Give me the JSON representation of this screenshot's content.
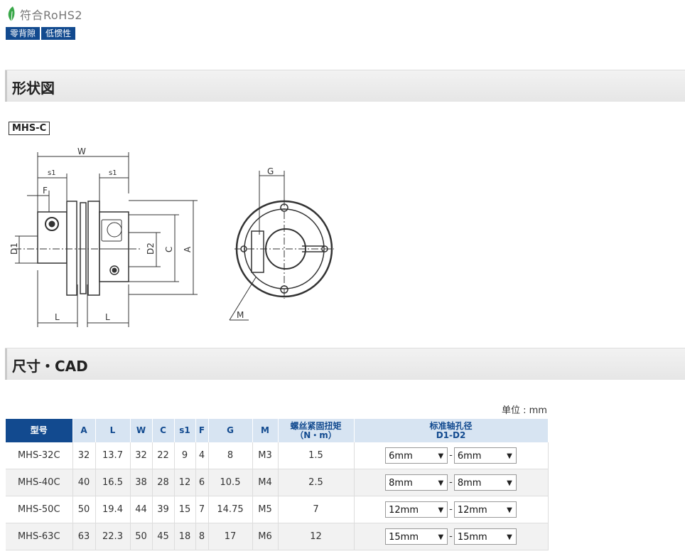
{
  "badges": {
    "rohs": "符合RoHS2",
    "tags": [
      "零背隙",
      "低惯性"
    ]
  },
  "sections": {
    "shape": "形状図",
    "dims": "尺寸・CAD"
  },
  "model_tag": "MHS-C",
  "drawing_labels": {
    "W": "W",
    "s1_left": "s1",
    "s1_right": "s1",
    "F": "F",
    "D1": "D1",
    "D2": "D2",
    "C": "C",
    "A": "A",
    "L_left": "L",
    "L_right": "L",
    "G": "G",
    "M": "M"
  },
  "unit": "单位 : mm",
  "table": {
    "headers": {
      "model": "型号",
      "A": "A",
      "L": "L",
      "W": "W",
      "C": "C",
      "s1": "s1",
      "F": "F",
      "G": "G",
      "M": "M",
      "torque_l1": "螺丝紧固扭矩",
      "torque_l2": "（N・m）",
      "bore_l1": "标准轴孔径",
      "bore_l2": "D1-D2"
    },
    "rows": [
      {
        "model": "MHS-32C",
        "A": "32",
        "L": "13.7",
        "W": "32",
        "C": "22",
        "s1": "9",
        "F": "4",
        "G": "8",
        "M": "M3",
        "torque": "1.5",
        "d1": "6mm",
        "d2": "6mm"
      },
      {
        "model": "MHS-40C",
        "A": "40",
        "L": "16.5",
        "W": "38",
        "C": "28",
        "s1": "12",
        "F": "6",
        "G": "10.5",
        "M": "M4",
        "torque": "2.5",
        "d1": "8mm",
        "d2": "8mm"
      },
      {
        "model": "MHS-50C",
        "A": "50",
        "L": "19.4",
        "W": "44",
        "C": "39",
        "s1": "15",
        "F": "7",
        "G": "14.75",
        "M": "M5",
        "torque": "7",
        "d1": "12mm",
        "d2": "12mm"
      },
      {
        "model": "MHS-63C",
        "A": "63",
        "L": "22.3",
        "W": "50",
        "C": "45",
        "s1": "18",
        "F": "8",
        "G": "17",
        "M": "M6",
        "torque": "12",
        "d1": "15mm",
        "d2": "15mm"
      }
    ]
  },
  "colors": {
    "brand_blue": "#124a8f",
    "header_light": "#d7e4f2",
    "leaf_green": "#3aa84a"
  },
  "icons": {
    "rohs": "leaf-icon",
    "select": "chevron-down-icon"
  }
}
